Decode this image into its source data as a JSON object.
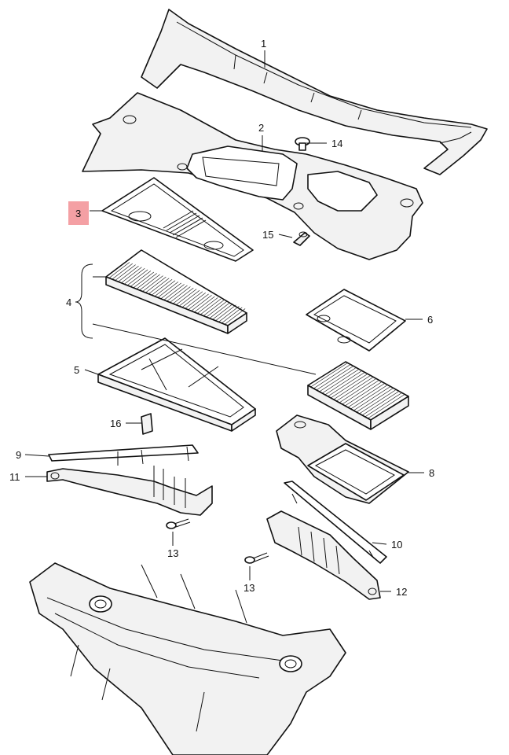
{
  "diagram": {
    "callouts": [
      {
        "id": "c1",
        "label": "1"
      },
      {
        "id": "c2",
        "label": "2"
      },
      {
        "id": "c3",
        "label": "3",
        "highlighted": true
      },
      {
        "id": "c4",
        "label": "4"
      },
      {
        "id": "c5",
        "label": "5"
      },
      {
        "id": "c6",
        "label": "6"
      },
      {
        "id": "c8",
        "label": "8"
      },
      {
        "id": "c9",
        "label": "9"
      },
      {
        "id": "c10",
        "label": "10"
      },
      {
        "id": "c11",
        "label": "11"
      },
      {
        "id": "c12",
        "label": "12"
      },
      {
        "id": "c13a",
        "label": "13"
      },
      {
        "id": "c13b",
        "label": "13"
      },
      {
        "id": "c14",
        "label": "14"
      },
      {
        "id": "c15",
        "label": "15"
      },
      {
        "id": "c16",
        "label": "16"
      }
    ],
    "colors": {
      "line": "#111111",
      "highlight": "#f4a0a4",
      "part_fill": "#f2f2f2"
    }
  }
}
